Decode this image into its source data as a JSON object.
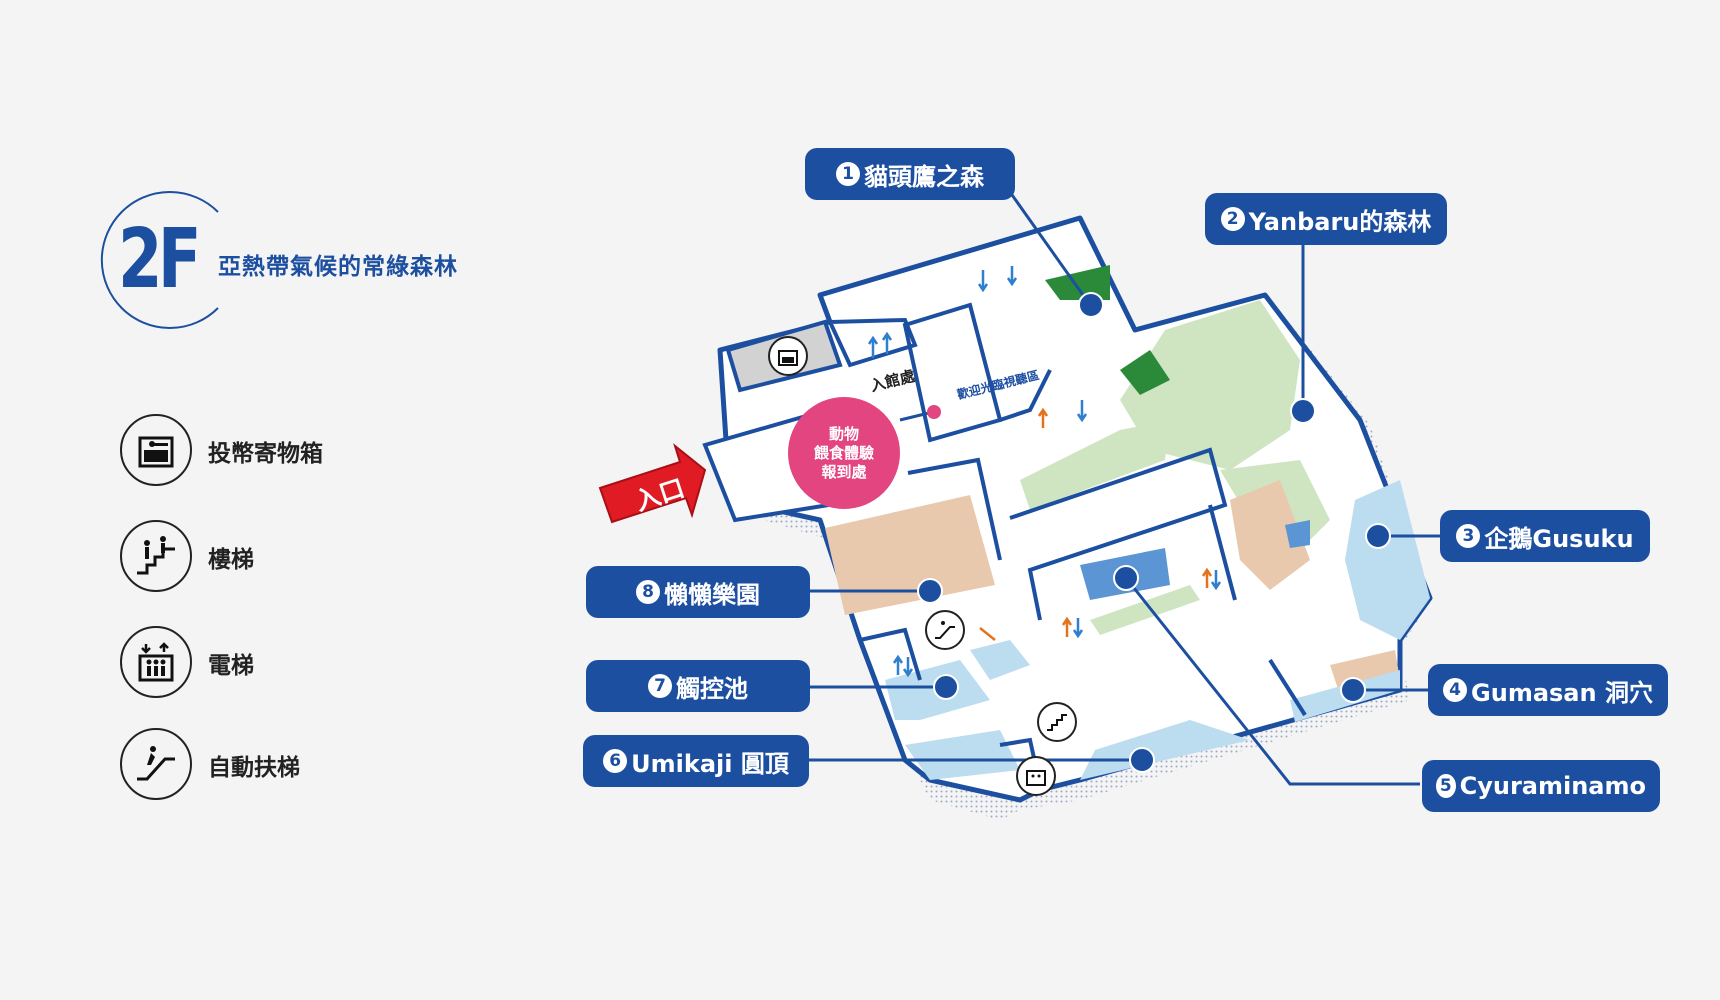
{
  "floor": {
    "code": "2F",
    "title": "亞熱帶氣候的常綠森林"
  },
  "legend": [
    {
      "label": "投幣寄物箱",
      "icon": "coin-locker-icon"
    },
    {
      "label": "樓梯",
      "icon": "stairs-icon"
    },
    {
      "label": "電梯",
      "icon": "elevator-icon"
    },
    {
      "label": "自動扶梯",
      "icon": "escalator-icon"
    }
  ],
  "map": {
    "entrance_label": "入口",
    "entry_hall_label": "入館處",
    "welcome_label": "歡迎光臨視聽區",
    "feeding_checkin": [
      "動物",
      "餵食體驗",
      "報到處"
    ]
  },
  "zones": [
    {
      "num": "1",
      "name": "貓頭鷹之森"
    },
    {
      "num": "2",
      "name": "Yanbaru的森林"
    },
    {
      "num": "3",
      "name": "企鵝Gusuku"
    },
    {
      "num": "4",
      "name": "Gumasan 洞穴"
    },
    {
      "num": "5",
      "name": "Cyuraminamo"
    },
    {
      "num": "6",
      "name": "Umikaji 圓頂"
    },
    {
      "num": "7",
      "name": "觸控池"
    },
    {
      "num": "8",
      "name": "懶懶樂園"
    }
  ],
  "colors": {
    "brand_blue": "#1d4fa1",
    "water": "#bcdcf0",
    "greenery": "#cfe5c2",
    "sand": "#e8c9ae",
    "entrance_red": "#e01b24",
    "pink_spot": "#e2457f"
  }
}
